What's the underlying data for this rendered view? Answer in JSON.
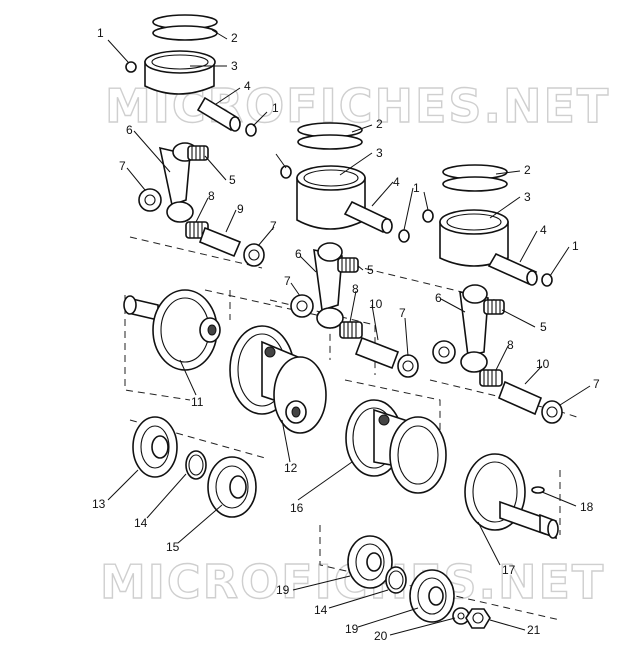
{
  "watermark": "MICROFICHES.NET",
  "colors": {
    "ink": "#111111",
    "paper": "#ffffff",
    "watermark": "#cfcfcf"
  },
  "callouts": {
    "c1a": "1",
    "c1b": "1",
    "c1c": "1",
    "c1d": "1",
    "c2a": "2",
    "c2b": "2",
    "c2c": "2",
    "c3a": "3",
    "c3b": "3",
    "c3c": "3",
    "c4a": "4",
    "c4b": "4",
    "c4c": "4",
    "c5a": "5",
    "c5b": "5",
    "c5c": "5",
    "c6a": "6",
    "c6b": "6",
    "c6c": "6",
    "c7a": "7",
    "c7b": "7",
    "c7c": "7",
    "c7d": "7",
    "c7e": "7",
    "c8a": "8",
    "c8b": "8",
    "c8c": "8",
    "c9": "9",
    "c10a": "10",
    "c10b": "10",
    "c11": "11",
    "c12": "12",
    "c13": "13",
    "c14a": "14",
    "c14b": "14",
    "c15": "15",
    "c16": "16",
    "c17": "17",
    "c18": "18",
    "c19a": "19",
    "c19b": "19",
    "c20": "20",
    "c21": "21"
  }
}
